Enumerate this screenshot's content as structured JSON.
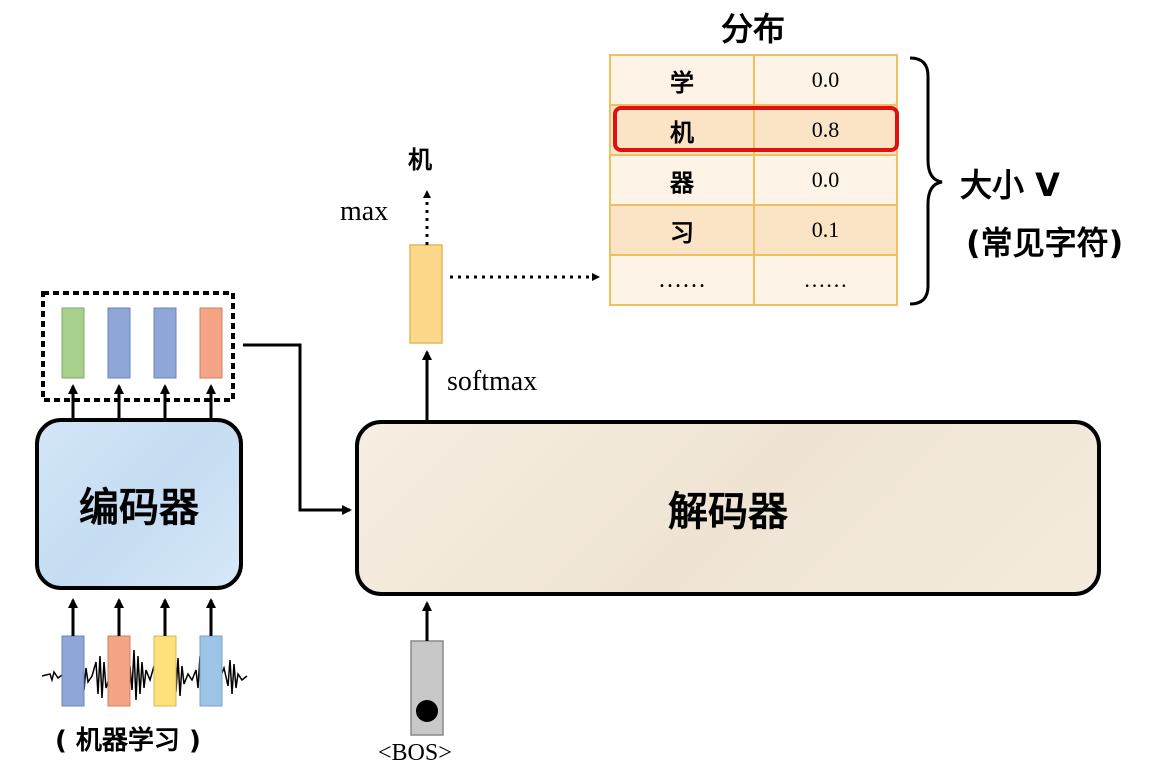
{
  "encoder": {
    "label": "编码器"
  },
  "decoder": {
    "label": "解码器"
  },
  "input_caption": "( 机器学习 )",
  "bos_token": "<BOS>",
  "softmax_label": "softmax",
  "max_label": "max",
  "output_token": "机",
  "distribution": {
    "title": "分布",
    "rows": [
      {
        "char": "学",
        "prob": "0.0"
      },
      {
        "char": "机",
        "prob": "0.8"
      },
      {
        "char": "器",
        "prob": "0.0"
      },
      {
        "char": "习",
        "prob": "0.1"
      },
      {
        "char": "……",
        "prob": "……"
      }
    ],
    "highlight_color": "#e01010"
  },
  "vocab_size_label": "大小 V",
  "vocab_size_sublabel": "(常见字符)",
  "colors": {
    "encoder_fill": "#c8dff4",
    "decoder_fill": "#f1e7d8",
    "vec_green": "#a7d08c",
    "vec_blue": "#8fa6d8",
    "vec_orange": "#f4a585",
    "vec_yellow": "#fde07a",
    "vec_lightblue": "#9dc3e6",
    "softmax_vec": "#fdd88a",
    "bos_vec": "#c8c8c8",
    "table_border": "#f0c060"
  },
  "icons": {
    "bos_dot": "filled-circle",
    "vocab_brace": "right-curly-brace"
  }
}
